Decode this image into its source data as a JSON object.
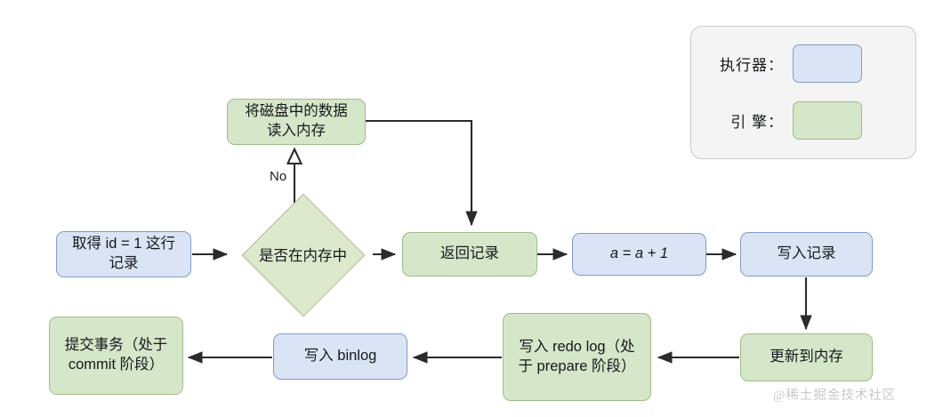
{
  "diagram": {
    "title": "MySQL update statement execution flow",
    "colors": {
      "executor_fill": "#dae4f4",
      "executor_border": "#7e9dc8",
      "engine_fill": "#d6e6c9",
      "engine_border": "#9dbd87",
      "arrow": "#2b2b2b",
      "legend_bg": "#f4f4f4",
      "legend_border": "#c9c9c9",
      "watermark": "#c9c9c9"
    },
    "nodes": [
      {
        "id": "get-row",
        "label": "取得 id = 1 这行\n记录",
        "role": "executor"
      },
      {
        "id": "in-memory",
        "label": "是否在内存中",
        "role": "engine",
        "shape": "diamond"
      },
      {
        "id": "load-disk",
        "label": "将磁盘中的数据\n读入内存",
        "role": "engine"
      },
      {
        "id": "return-row",
        "label": "返回记录",
        "role": "engine"
      },
      {
        "id": "increment",
        "label": "a = a + 1",
        "role": "executor"
      },
      {
        "id": "write-row",
        "label": "写入记录",
        "role": "executor"
      },
      {
        "id": "update-mem",
        "label": "更新到内存",
        "role": "engine"
      },
      {
        "id": "write-redo",
        "label": "写入 redo log（处\n于 prepare 阶段）",
        "role": "engine"
      },
      {
        "id": "write-binlog",
        "label": "写入 binlog",
        "role": "executor"
      },
      {
        "id": "commit-tx",
        "label": "提交事务（处于\ncommit 阶段）",
        "role": "engine"
      }
    ],
    "edge_labels": {
      "no_branch": "No"
    }
  },
  "legend": {
    "rows": [
      {
        "label": "执行器：",
        "swatch": "executor"
      },
      {
        "label": "引  擎：",
        "swatch": "engine"
      }
    ]
  },
  "watermark": {
    "text": "@稀土掘金技术社区"
  }
}
